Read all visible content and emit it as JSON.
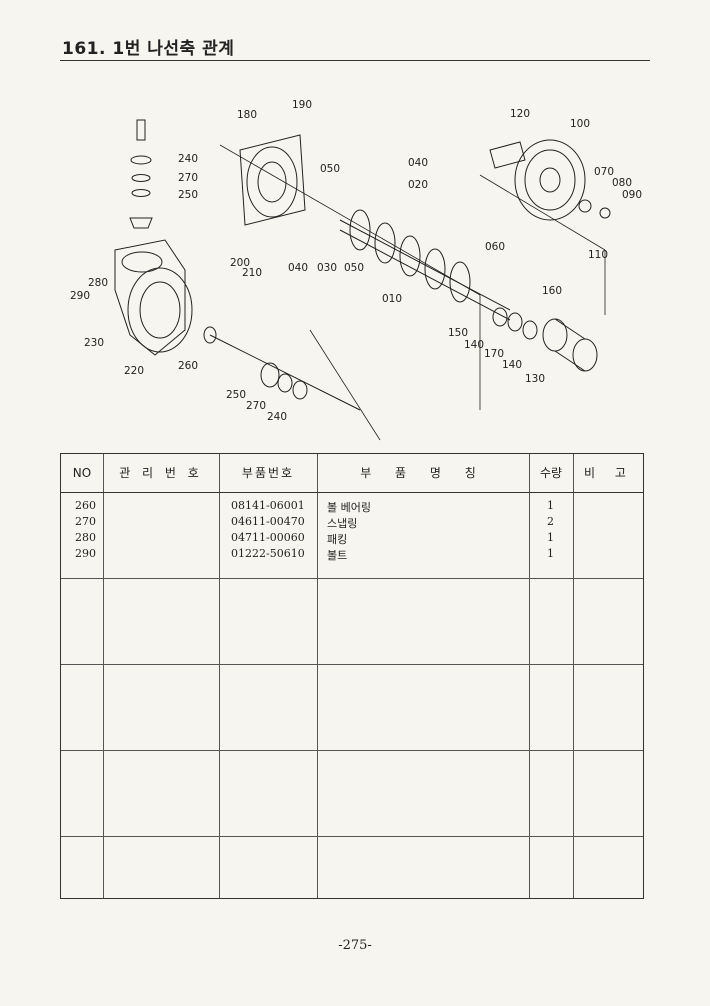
{
  "page": {
    "title": "161. 1번 나선축 관계",
    "page_number": "-275-"
  },
  "diagram": {
    "callouts": [
      "010",
      "020",
      "030",
      "040",
      "050",
      "060",
      "070",
      "080",
      "090",
      "100",
      "110",
      "120",
      "130",
      "140",
      "150",
      "160",
      "170",
      "180",
      "190",
      "200",
      "210",
      "220",
      "230",
      "240",
      "250",
      "260",
      "270",
      "280",
      "290"
    ],
    "labels": {
      "l240a": "240",
      "l270a": "270",
      "l250a": "250",
      "l180": "180",
      "l190": "190",
      "l050a": "050",
      "l040a": "040",
      "l020": "020",
      "l120": "120",
      "l100": "100",
      "l070": "070",
      "l080": "080",
      "l090": "090",
      "l200": "200",
      "l210": "210",
      "l040b": "040",
      "l030": "030",
      "l050b": "050",
      "l060": "060",
      "l110": "110",
      "l160": "160",
      "l010": "010",
      "l280": "280",
      "l290": "290",
      "l230": "230",
      "l150": "150",
      "l140a": "140",
      "l170": "170",
      "l140b": "140",
      "l130": "130",
      "l260": "260",
      "l220": "220",
      "l250b": "250",
      "l270b": "270",
      "l240b": "240"
    }
  },
  "table": {
    "headers": {
      "no": "NO",
      "mgmt_no": "관 리 번 호",
      "part_no": "부품번호",
      "part_name": "부 품 명 칭",
      "qty": "수량",
      "remarks": "비 고"
    },
    "rows": [
      {
        "no": "260",
        "part_no": "08141-06001",
        "name": "볼 베어링",
        "qty": "1"
      },
      {
        "no": "270",
        "part_no": "04611-00470",
        "name": "스냅링",
        "qty": "2"
      },
      {
        "no": "280",
        "part_no": "04711-00060",
        "name": "패킹",
        "qty": "1"
      },
      {
        "no": "290",
        "part_no": "01222-50610",
        "name": "볼트",
        "qty": "1"
      }
    ]
  }
}
